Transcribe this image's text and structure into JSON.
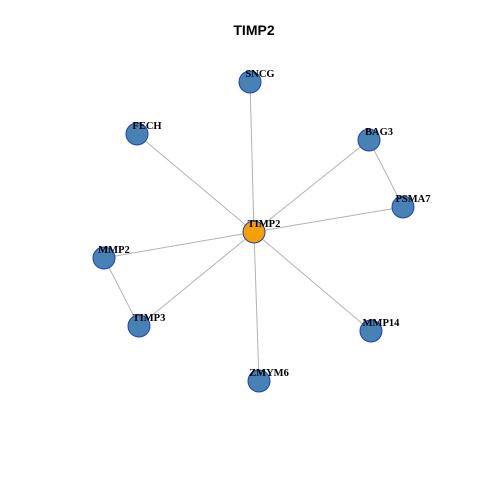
{
  "graph": {
    "title": "TIMP2",
    "colors": {
      "hub": "#f5a000",
      "node": "#4682b4",
      "node_border": "#1f3fbf",
      "edge": "#b3b3b3"
    },
    "nodes": [
      {
        "id": "TIMP2",
        "label": "TIMP2",
        "hub": true
      },
      {
        "id": "SNCG",
        "label": "SNCG"
      },
      {
        "id": "FECH",
        "label": "FECH"
      },
      {
        "id": "BAG3",
        "label": "BAG3"
      },
      {
        "id": "PSMA7",
        "label": "PSMA7"
      },
      {
        "id": "MMP2",
        "label": "MMP2"
      },
      {
        "id": "TIMP3",
        "label": "TIMP3"
      },
      {
        "id": "MMP14",
        "label": "MMP14"
      },
      {
        "id": "ZMYM6",
        "label": "ZMYM6"
      }
    ],
    "edges": [
      [
        "TIMP2",
        "SNCG"
      ],
      [
        "TIMP2",
        "FECH"
      ],
      [
        "TIMP2",
        "BAG3"
      ],
      [
        "TIMP2",
        "PSMA7"
      ],
      [
        "TIMP2",
        "MMP2"
      ],
      [
        "TIMP2",
        "TIMP3"
      ],
      [
        "TIMP2",
        "MMP14"
      ],
      [
        "TIMP2",
        "ZMYM6"
      ],
      [
        "BAG3",
        "PSMA7"
      ],
      [
        "MMP2",
        "TIMP3"
      ]
    ]
  }
}
